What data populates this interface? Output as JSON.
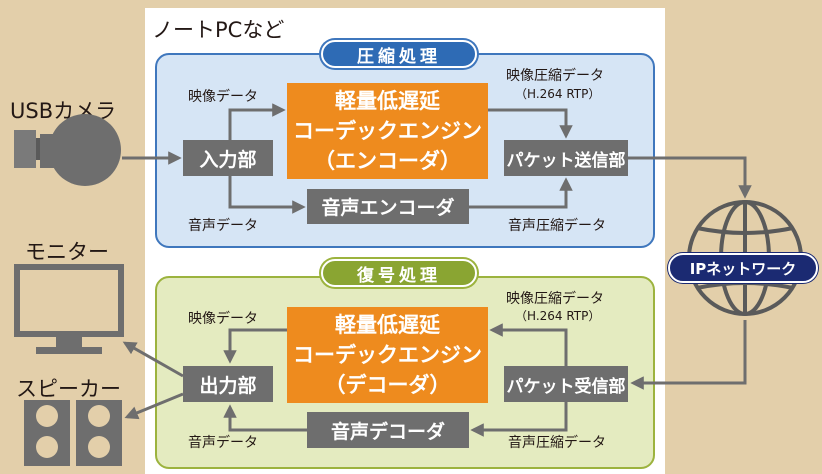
{
  "laptop_label": "ノートPCなど",
  "encode": {
    "title": "圧縮処理",
    "input": "入力部",
    "codec": [
      "軽量低遅延",
      "コーデックエンジン",
      "（エンコーダ）"
    ],
    "audio_codec": "音声エンコーダ",
    "sender": "パケット送信部",
    "video_in": "映像データ",
    "audio_in": "音声データ",
    "video_out": "映像圧縮データ",
    "video_out_sub": "（H.264 RTP）",
    "audio_out": "音声圧縮データ"
  },
  "decode": {
    "title": "復号処理",
    "output": "出力部",
    "codec": [
      "軽量低遅延",
      "コーデックエンジン",
      "（デコーダ）"
    ],
    "audio_codec": "音声デコーダ",
    "receiver": "パケット受信部",
    "video_out": "映像データ",
    "audio_out": "音声データ",
    "video_in": "映像圧縮データ",
    "video_in_sub": "（H.264 RTP）",
    "audio_in": "音声圧縮データ"
  },
  "devices": {
    "camera": "USBカメラ",
    "monitor": "モニター",
    "speaker": "スピーカー"
  },
  "network": "IPネットワーク"
}
